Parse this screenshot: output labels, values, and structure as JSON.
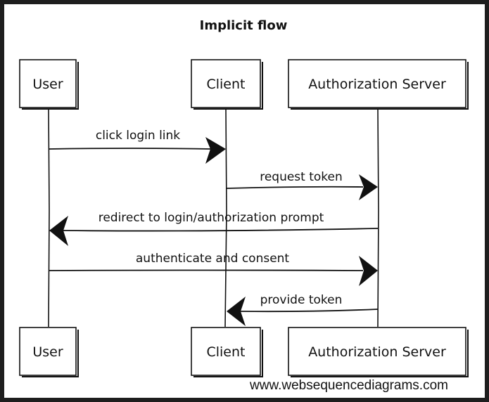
{
  "diagram": {
    "title": "Implicit flow",
    "participants": [
      {
        "id": "user",
        "label": "User"
      },
      {
        "id": "client",
        "label": "Client"
      },
      {
        "id": "auth",
        "label": "Authorization Server"
      }
    ],
    "messages": [
      {
        "from": "user",
        "to": "client",
        "label": "click login link"
      },
      {
        "from": "client",
        "to": "auth",
        "label": "request token"
      },
      {
        "from": "auth",
        "to": "user",
        "label": "redirect to login/authorization prompt"
      },
      {
        "from": "user",
        "to": "auth",
        "label": "authenticate and consent"
      },
      {
        "from": "auth",
        "to": "client",
        "label": "provide token"
      }
    ],
    "watermark": "www.websequencediagrams.com"
  }
}
